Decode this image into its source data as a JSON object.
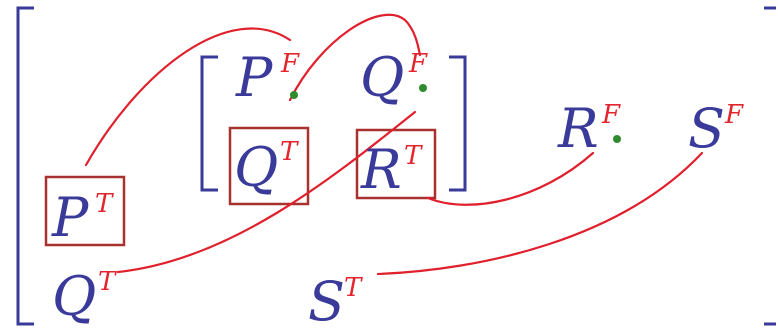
{
  "terms": {
    "p_f": {
      "base": "P",
      "sup": "F"
    },
    "q_f": {
      "base": "Q",
      "sup": "F"
    },
    "q_t_inner": {
      "base": "Q",
      "sup": "T"
    },
    "r_t_inner": {
      "base": "R",
      "sup": "T"
    },
    "p_t_outer": {
      "base": "P",
      "sup": "T"
    },
    "r_f": {
      "base": "R",
      "sup": "F"
    },
    "s_f": {
      "base": "S",
      "sup": "F"
    },
    "q_t_bottom": {
      "base": "Q",
      "sup": "T"
    },
    "s_t_bottom": {
      "base": "S",
      "sup": "T"
    }
  },
  "colors": {
    "symbol": "#3a3a9a",
    "superscript": "#e3262e",
    "box": "#a8322f",
    "curve": "#e0202c",
    "dot": "#2e8b2e"
  }
}
